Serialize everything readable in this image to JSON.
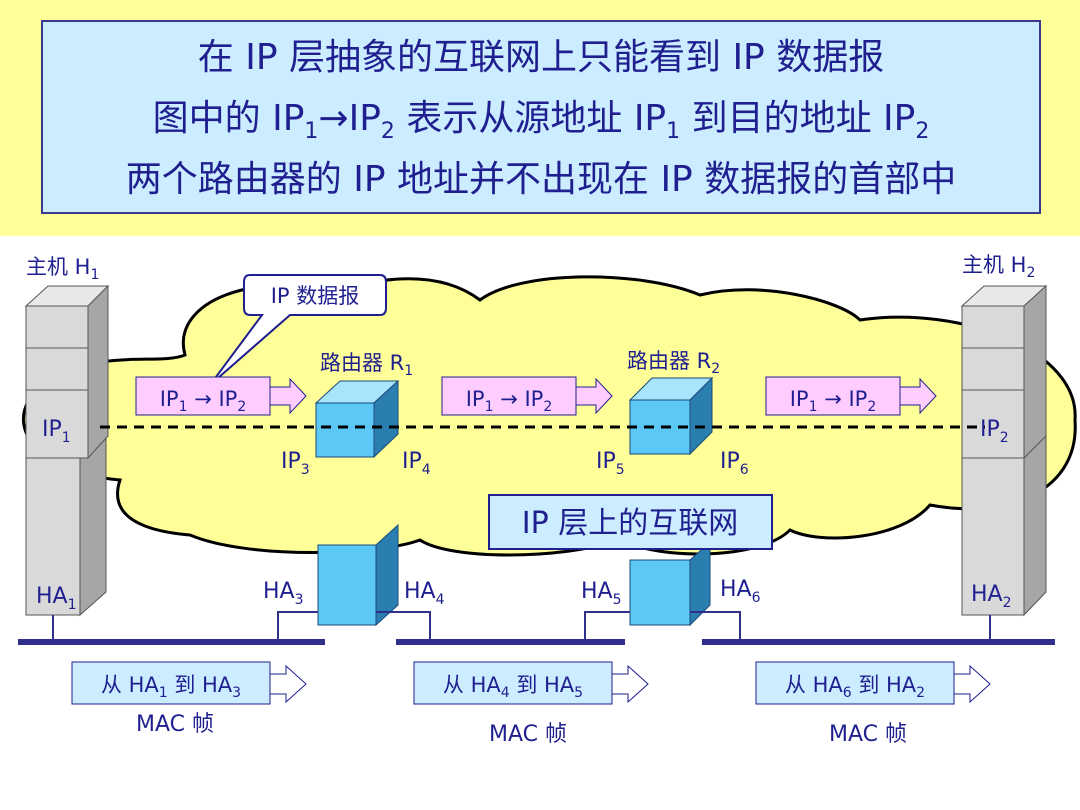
{
  "title": {
    "line1": "在 IP 层抽象的互联网上只能看到 IP 数据报",
    "line2": {
      "prefix": "图中的 ",
      "a": "IP",
      "a_sub": "1",
      "arrow": "→",
      "b": "IP",
      "b_sub": "2",
      "mid": " 表示从源地址 ",
      "c": "IP",
      "c_sub": "1",
      "mid2": " 到目的地址 ",
      "d": "IP",
      "d_sub": "2"
    },
    "line3": "两个路由器的 IP 地址并不出现在 IP 数据报的首部中"
  },
  "hosts": {
    "h1": {
      "label": "主机 H",
      "sub": "1",
      "ip": "IP",
      "ip_sub": "1",
      "ha": "HA",
      "ha_sub": "1"
    },
    "h2": {
      "label": "主机 H",
      "sub": "2",
      "ip": "IP",
      "ip_sub": "2",
      "ha": "HA",
      "ha_sub": "2"
    }
  },
  "routers": {
    "r1": {
      "label": "路由器 R",
      "sub": "1",
      "ip_left": "IP",
      "ip_left_sub": "3",
      "ip_right": "IP",
      "ip_right_sub": "4",
      "ha_left": "HA",
      "ha_left_sub": "3",
      "ha_right": "HA",
      "ha_right_sub": "4"
    },
    "r2": {
      "label": "路由器 R",
      "sub": "2",
      "ip_left": "IP",
      "ip_left_sub": "5",
      "ip_right": "IP",
      "ip_right_sub": "6",
      "ha_left": "HA",
      "ha_left_sub": "5",
      "ha_right": "HA",
      "ha_right_sub": "6"
    }
  },
  "datagram_callout": "IP 数据报",
  "datagram_label": {
    "a": "IP",
    "a_sub": "1",
    "arrow": " → ",
    "b": "IP",
    "b_sub": "2"
  },
  "internet_label": "IP 层上的互联网",
  "frames": [
    {
      "from": "从 HA",
      "from_sub": "1",
      "to": " 到 HA",
      "to_sub": "3",
      "caption": "MAC 帧"
    },
    {
      "from": "从 HA",
      "from_sub": "4",
      "to": " 到 HA",
      "to_sub": "5",
      "caption": "MAC 帧"
    },
    {
      "from": "从 HA",
      "from_sub": "6",
      "to": " 到 HA",
      "to_sub": "2",
      "caption": "MAC 帧"
    }
  ],
  "colors": {
    "header_band": "#ffff99",
    "title_box": "#ccecff",
    "text_blue": "#1f1f8f",
    "cloud": "#ffff99",
    "router_face": "#5bc8f5",
    "datagram_box": "#ffccff",
    "frame_box": "#ccecff",
    "bus": "#2f2f8c"
  }
}
